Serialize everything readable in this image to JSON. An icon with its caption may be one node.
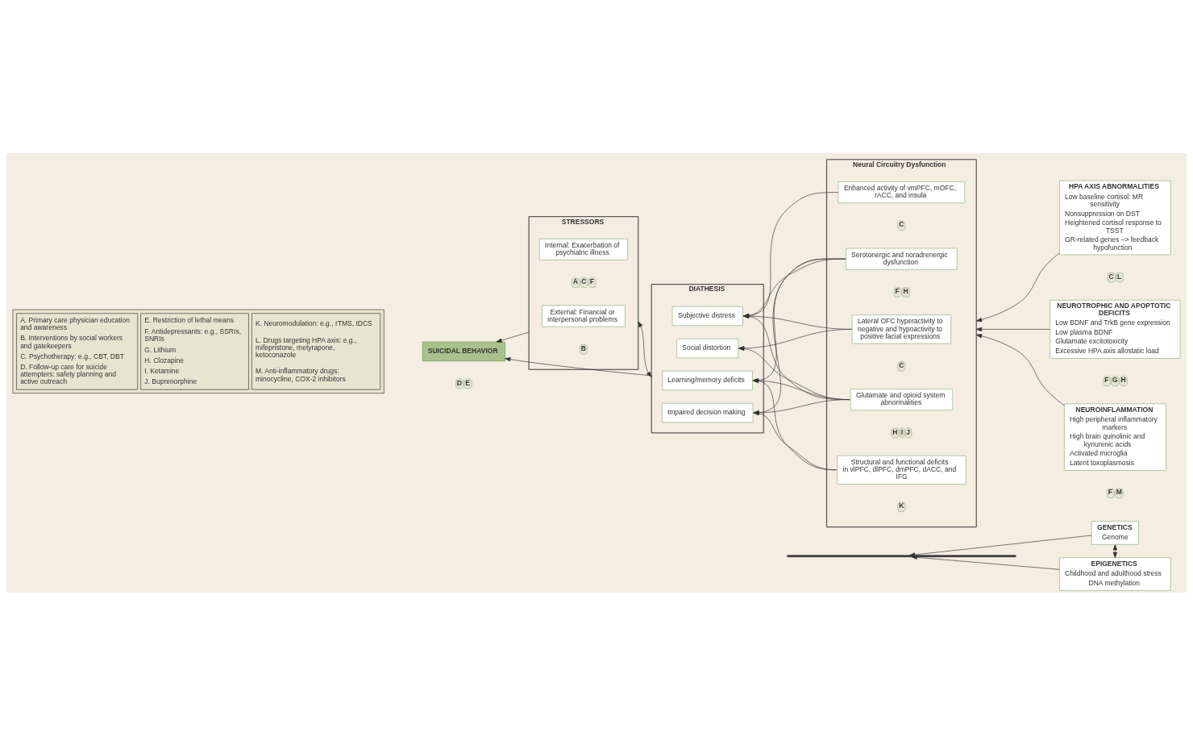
{
  "diagram": {
    "nodes": [
      {
        "text": [
          "GENETICS",
          "Genome"
        ]
      },
      {
        "text": [
          "EPIGENETICS",
          "Childhood and adulthood stress",
          "DNA methylation"
        ]
      },
      {
        "text": [],
        "shape": "bar"
      },
      {
        "text": [
          "STRESSORS"
        ]
      },
      {
        "text": [
          "Internal: Exacerbation of psychiatric illness"
        ],
        "in": 3,
        "beside": [
          "A",
          "C",
          "F"
        ]
      },
      {
        "text": [
          "External: Financial or interpersonal problems"
        ],
        "in": 3,
        "beside": [
          "B"
        ]
      },
      {
        "text": [
          "DIATHESIS"
        ]
      },
      {
        "text": [
          "Subjective distress"
        ],
        "in": 6
      },
      {
        "text": [
          "Impaired decision making"
        ],
        "in": 6
      },
      {
        "text": [
          "Learning/memory deficits"
        ],
        "in": 6
      },
      {
        "text": [
          "Social distortion"
        ],
        "in": 6
      },
      {
        "text": [
          "SUICIDAL BEHAVIOR"
        ],
        "beside": [
          "D",
          "E"
        ]
      },
      {
        "text": [
          "Neural Circuitry Dysfunction"
        ]
      },
      {
        "text": [
          "Enhanced activity of vmPFC, mOFC, rACC, and insula"
        ],
        "in": 12,
        "beside": [
          "C"
        ]
      },
      {
        "text": [
          "Structural and functional deficits in vlPFC, dlPFC, dmPFC, dACC, and IFG"
        ],
        "in": 12,
        "beside": [
          "K"
        ]
      },
      {
        "text": [
          "Lateral OFC hyperactivity to negative and hypoactivity to positive facial expressions"
        ],
        "in": 12,
        "beside": [
          "C"
        ]
      },
      {
        "text": [
          "Serotonergic and noradrenergic dysfunction"
        ],
        "in": 12,
        "beside": [
          "F",
          "H"
        ]
      },
      {
        "text": [
          "Glutamate and opioid system abnormalities"
        ],
        "in": 12,
        "beside": [
          "H",
          "I",
          "J"
        ]
      },
      {
        "text": [
          "HPA AXIS ABNORMALITIES",
          "Low baseline cortisol: MR sensitivity",
          "Nonsuppression on DST",
          "Heightened cortisol response to TSST",
          "GR-related genes –> feedback hypofunction"
        ],
        "beside": [
          "C",
          "L"
        ]
      },
      {
        "text": [
          "NEUROTROPHIC AND APOPTOTIC DEFICITS",
          "Low BDNF and TrkB gene expression",
          "Low plasma BDNF",
          "Glutamate excitotoxicity",
          "Excessive HPA axis allostatic load"
        ],
        "beside": [
          "F",
          "G",
          "H"
        ]
      },
      {
        "text": [
          "NEUROINFLAMMATION",
          "High peripheral inflammatory markers",
          "High brain quinolinic and kynurenic acids",
          "Activated microglia",
          "Latent toxoplasmosis"
        ],
        "beside": [
          "F",
          "M"
        ]
      }
    ],
    "edges": [
      {
        "from": 0,
        "to": 1,
        "arrow": "both"
      },
      {
        "from": 0,
        "to": 2,
        "arrow": "to"
      },
      {
        "from": 1,
        "to": 2,
        "arrow": "to"
      },
      {
        "from": 3,
        "to": 6,
        "arrow": "both"
      },
      {
        "from": 3,
        "to": 11,
        "arrow": "to"
      },
      {
        "from": 6,
        "to": 11,
        "arrow": "to"
      },
      {
        "from": 13,
        "to": 7,
        "arrow": "to"
      },
      {
        "from": 14,
        "to": 8,
        "arrow": "to"
      },
      {
        "from": 14,
        "to": 9,
        "arrow": "to"
      },
      {
        "from": 15,
        "to": 7,
        "arrow": "to"
      },
      {
        "from": 15,
        "to": 10,
        "arrow": "to"
      },
      {
        "from": 16,
        "to": 7,
        "arrow": "to"
      },
      {
        "from": 16,
        "to": 8,
        "arrow": "to"
      },
      {
        "from": 16,
        "to": 9,
        "arrow": "to"
      },
      {
        "from": 17,
        "to": 7,
        "arrow": "to"
      },
      {
        "from": 17,
        "to": 8,
        "arrow": "to"
      },
      {
        "from": 17,
        "to": 9,
        "arrow": "to"
      },
      {
        "from": 17,
        "to": 10,
        "arrow": "to"
      },
      {
        "from": 18,
        "to": 12,
        "arrow": "to"
      },
      {
        "from": 19,
        "to": 12,
        "arrow": "to"
      },
      {
        "from": 20,
        "to": 12,
        "arrow": "to"
      }
    ],
    "labels": [
      "A. Primary care physician education and awareness",
      "B. Interventions by social workers and gatekeepers",
      "C. Psychotherapy: e.g., CBT, DBT",
      "D. Follow-up care for suicide attempters: safety planning and active outreach",
      "E. Restriction of lethal means",
      "F. Antidepressants: e.g., SSRIs, SNRIs",
      "G. Lithium",
      "H. Clozapine",
      "I. Ketamine",
      "J. Buprenorphine",
      "K. Neuromodulation: e.g., rTMS, tDCS",
      "L. Drugs targeting HPA axis: e.g., mifepristone, metyrapone, ketoconazole",
      "M. Anti-inflammatory drugs: minocycline, COX-2 inhibitors"
    ]
  }
}
